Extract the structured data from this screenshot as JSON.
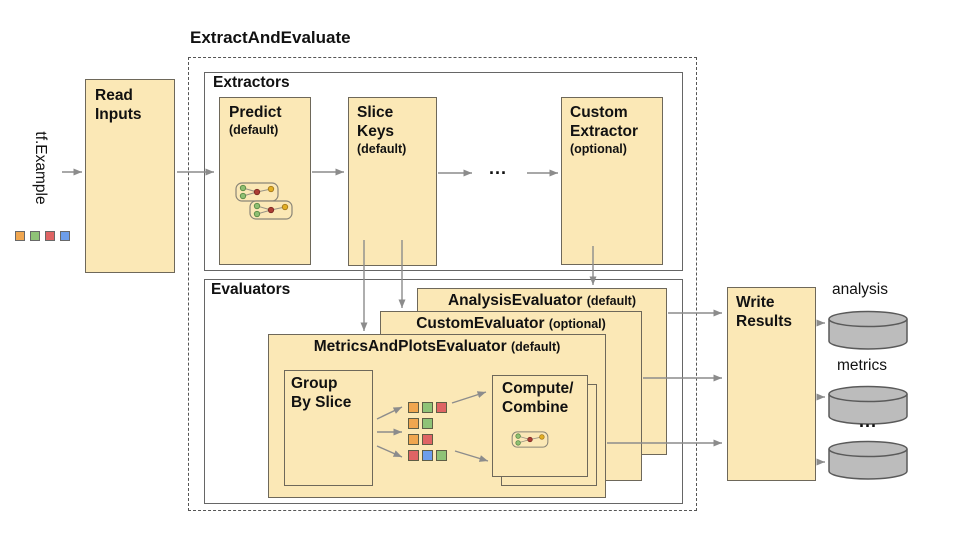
{
  "title": "ExtractAndEvaluate",
  "colors": {
    "box_fill": "#fbe8b6",
    "box_border": "#6e685a",
    "container_border": "#666666",
    "arrow": "#8c8c8c",
    "cylinder_fill": "#bcbcbc",
    "cylinder_border": "#5a5a5a",
    "square_orange": "#f0a64f",
    "square_green": "#8fc377",
    "square_red": "#df6464",
    "square_blue": "#6d9eeb"
  },
  "input": {
    "label": "tf.Example",
    "legend_squares": [
      "orange",
      "green",
      "red",
      "blue"
    ]
  },
  "read_inputs": {
    "label": "Read\nInputs"
  },
  "extractors": {
    "label": "Extractors",
    "predict": {
      "name": "Predict",
      "qualifier": "(default)"
    },
    "slice_keys": {
      "name": "Slice\nKeys",
      "qualifier": "(default)"
    },
    "ellipsis": "...",
    "custom_extractor": {
      "name": "Custom\nExtractor",
      "qualifier": "(optional)"
    }
  },
  "evaluators": {
    "label": "Evaluators",
    "analysis_evaluator": {
      "name": "AnalysisEvaluator",
      "qualifier": "(default)"
    },
    "custom_evaluator": {
      "name": "CustomEvaluator",
      "qualifier": "(optional)"
    },
    "metrics_and_plots_evaluator": {
      "name": "MetricsAndPlotsEvaluator",
      "qualifier": "(default)"
    },
    "group_by_slice": {
      "label": "Group\nBy Slice"
    },
    "compute_combine": {
      "label": "Compute/\nCombine"
    },
    "slice_rows": [
      [
        "orange",
        "green",
        "red"
      ],
      [
        "orange",
        "green"
      ],
      [
        "orange",
        "red"
      ],
      [
        "red",
        "blue",
        "green"
      ]
    ]
  },
  "write_results": {
    "label": "Write\nResults"
  },
  "outputs": {
    "analysis_label": "analysis",
    "metrics_label": "metrics",
    "ellipsis": "..."
  }
}
